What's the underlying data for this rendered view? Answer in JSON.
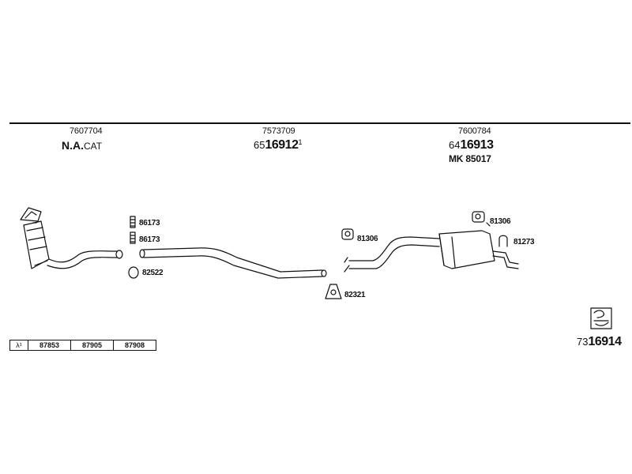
{
  "groups": [
    {
      "part_number": "7607704",
      "label_bold": "N.A.",
      "label_suffix": "CAT"
    },
    {
      "part_number": "7573709",
      "kit_prefix": "65",
      "kit_number": "16912",
      "kit_sup": "1"
    },
    {
      "part_number": "7600784",
      "kit_prefix": "64",
      "kit_number": "16913",
      "mk_label": "MK  85017"
    }
  ],
  "components": {
    "clamp_a": "86173",
    "clamp_b": "86173",
    "gasket_front": "82522",
    "hanger_mid": "81306",
    "bracket_mid": "82321",
    "hanger_rear": "81306",
    "rubber_rear": "81273"
  },
  "lambda_table": {
    "symbol": "λ¹",
    "values": [
      "87853",
      "87905",
      "87908"
    ]
  },
  "complete_system": {
    "prefix": "73",
    "number": "16914"
  },
  "colors": {
    "line": "#111111",
    "background": "#ffffff"
  }
}
